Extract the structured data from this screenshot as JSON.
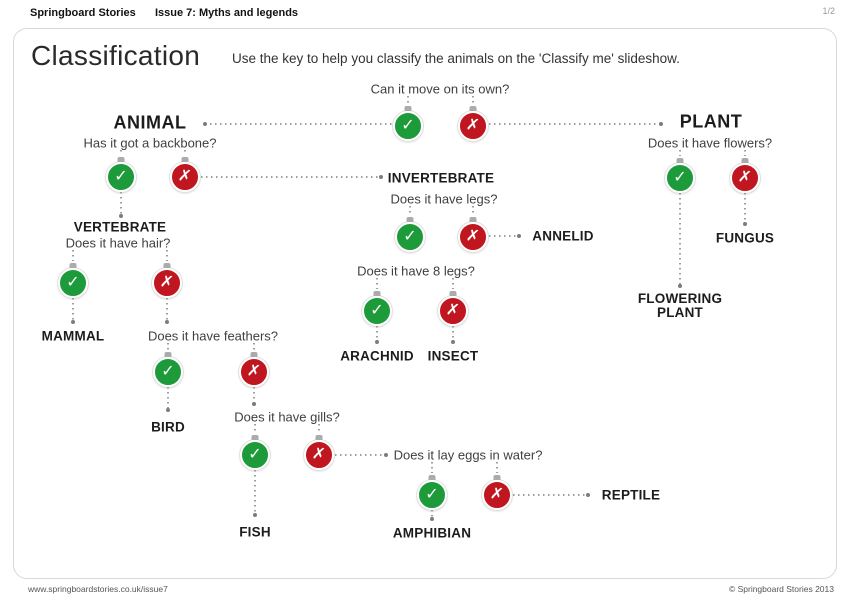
{
  "header": {
    "brand": "Springboard Stories",
    "issue": "Issue 7: Myths and legends",
    "page": "1/2"
  },
  "title": "Classification",
  "subtitle": "Use the key to help you classify the animals on the 'Classify me' slideshow.",
  "icons": {
    "yes_glyph": "✓",
    "no_glyph": "✗"
  },
  "colors": {
    "yes_green": "#1d9b3b",
    "no_red": "#c0161f",
    "line_gray": "#9e9e9e"
  },
  "diagram": {
    "questions": {
      "move": "Can it move on its own?",
      "backbone": "Has it got a backbone?",
      "legs": "Does it have legs?",
      "eight_legs": "Does it have 8 legs?",
      "hair": "Does it have hair?",
      "feathers": "Does it have feathers?",
      "gills": "Does it have gills?",
      "eggs_water": "Does it lay eggs in water?",
      "flowers": "Does it have flowers?"
    },
    "labels": {
      "animal": "ANIMAL",
      "plant": "PLANT",
      "vertebrate": "VERTEBRATE",
      "invertebrate": "INVERTEBRATE",
      "mammal": "MAMMAL",
      "annelid": "ANNELID",
      "arachnid": "ARACHNID",
      "insect": "INSECT",
      "bird": "BIRD",
      "fish": "FISH",
      "amphibian": "AMPHIBIAN",
      "reptile": "REPTILE",
      "fungus": "FUNGUS",
      "flowering_line1": "FLOWERING",
      "flowering_line2": "PLANT"
    },
    "key_logic": [
      {
        "question": "Can it move on its own?",
        "yes": "ANIMAL",
        "no": "PLANT"
      },
      {
        "question": "Has it got a backbone?",
        "under": "ANIMAL",
        "yes": "VERTEBRATE",
        "no": "INVERTEBRATE"
      },
      {
        "question": "Does it have legs?",
        "under": "INVERTEBRATE",
        "yes": "Does it have 8 legs?",
        "no": "ANNELID"
      },
      {
        "question": "Does it have 8 legs?",
        "yes": "ARACHNID",
        "no": "INSECT"
      },
      {
        "question": "Does it have hair?",
        "under": "VERTEBRATE",
        "yes": "MAMMAL",
        "no": "Does it have feathers?"
      },
      {
        "question": "Does it have feathers?",
        "yes": "BIRD",
        "no": "Does it have gills?"
      },
      {
        "question": "Does it have gills?",
        "yes": "FISH",
        "no": "Does it lay eggs in water?"
      },
      {
        "question": "Does it lay eggs in water?",
        "yes": "AMPHIBIAN",
        "no": "REPTILE"
      },
      {
        "question": "Does it have flowers?",
        "under": "PLANT",
        "yes": "FLOWERING PLANT",
        "no": "FUNGUS"
      }
    ]
  },
  "footer": {
    "url": "www.springboardstories.co.uk/issue7",
    "copyright": "© Springboard Stories 2013"
  }
}
